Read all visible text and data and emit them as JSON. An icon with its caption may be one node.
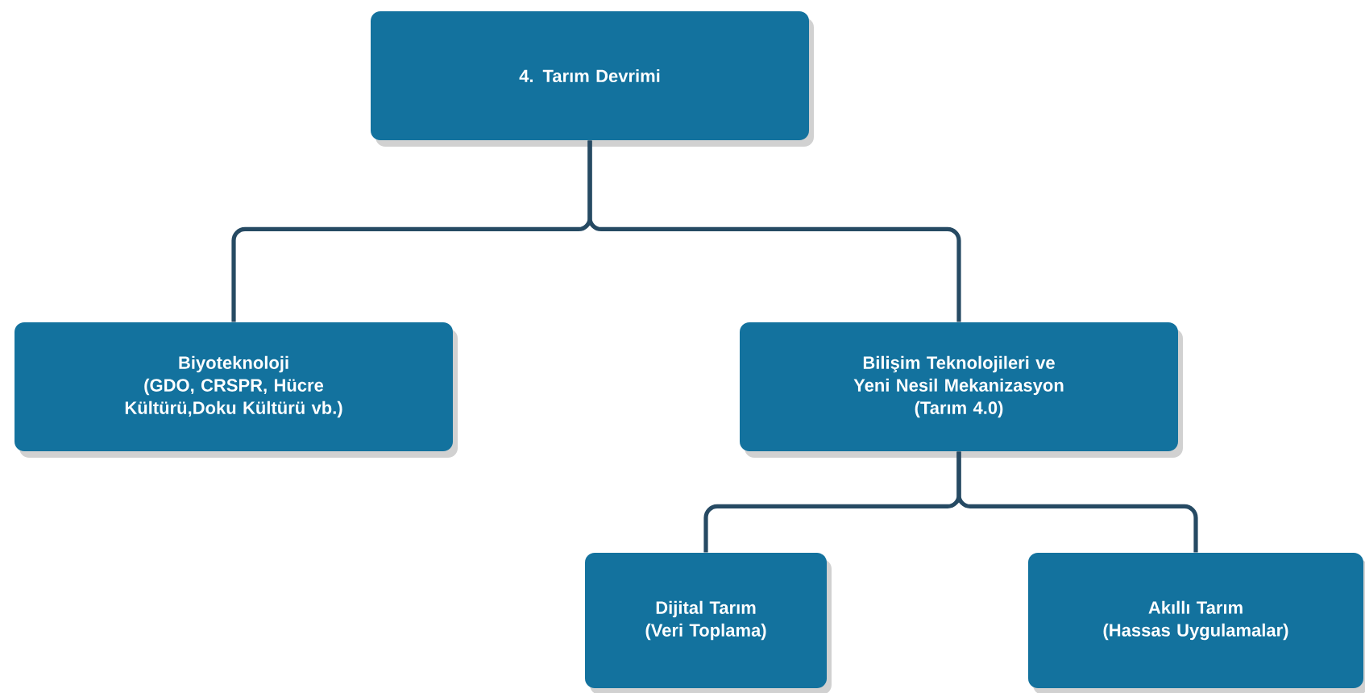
{
  "diagram": {
    "nodes": [
      {
        "text": [
          "4. Tarım Devrimi"
        ]
      },
      {
        "text": [
          "Biyoteknoloji",
          "(GDO, CRSPR, Hücre Kültürü,Doku Kültürü vb.)"
        ]
      },
      {
        "text": [
          "Bilişim Teknolojileri ve Yeni Nesil Mekanizasyon",
          "(Tarım 4.0)"
        ]
      },
      {
        "text": [
          "Dijital Tarım",
          "(Veri Toplama)"
        ]
      },
      {
        "text": [
          "Akıllı Tarım",
          "(Hassas Uygulamalar)"
        ]
      }
    ],
    "edges": [
      {
        "from": 0,
        "to": 1,
        "arrow": "none"
      },
      {
        "from": 0,
        "to": 2,
        "arrow": "none"
      },
      {
        "from": 2,
        "to": 3,
        "arrow": "none"
      },
      {
        "from": 2,
        "to": 4,
        "arrow": "none"
      }
    ]
  }
}
